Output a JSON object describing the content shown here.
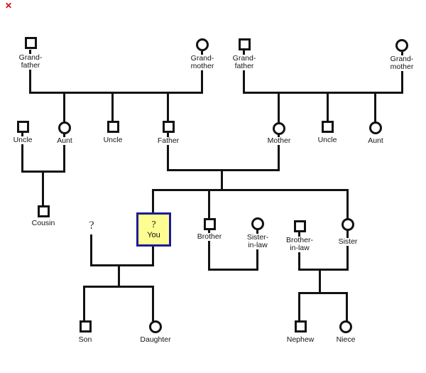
{
  "marker": {
    "glyph": "✕"
  },
  "colors": {
    "line": "#121212",
    "you_fill": "#fdfd92",
    "you_border": "#1c1c96",
    "marker": "#d90000"
  },
  "people": {
    "paternal_grandfather": {
      "lines": [
        "Grand-",
        "father"
      ]
    },
    "paternal_grandmother": {
      "lines": [
        "Grand-",
        "mother"
      ]
    },
    "maternal_grandfather": {
      "lines": [
        "Grand-",
        "father"
      ]
    },
    "maternal_grandmother": {
      "lines": [
        "Grand-",
        "mother"
      ]
    },
    "uncle_by_marriage": {
      "label": "Uncle"
    },
    "aunt_paternal": {
      "label": "Aunt"
    },
    "uncle_paternal": {
      "label": "Uncle"
    },
    "father": {
      "label": "Father"
    },
    "mother": {
      "label": "Mother"
    },
    "uncle_maternal": {
      "label": "Uncle"
    },
    "aunt_maternal": {
      "label": "Aunt"
    },
    "cousin": {
      "label": "Cousin"
    },
    "unknown_partner": {
      "glyph": "?"
    },
    "you": {
      "glyph": "?",
      "label": "You"
    },
    "brother": {
      "label": "Brother"
    },
    "sister_in_law": {
      "lines": [
        "Sister-",
        "in-law"
      ]
    },
    "brother_in_law": {
      "lines": [
        "Brother-",
        "in-law"
      ]
    },
    "sister": {
      "label": "Sister"
    },
    "son": {
      "label": "Son"
    },
    "daughter": {
      "label": "Daughter"
    },
    "nephew": {
      "label": "Nephew"
    },
    "niece": {
      "label": "Niece"
    }
  }
}
